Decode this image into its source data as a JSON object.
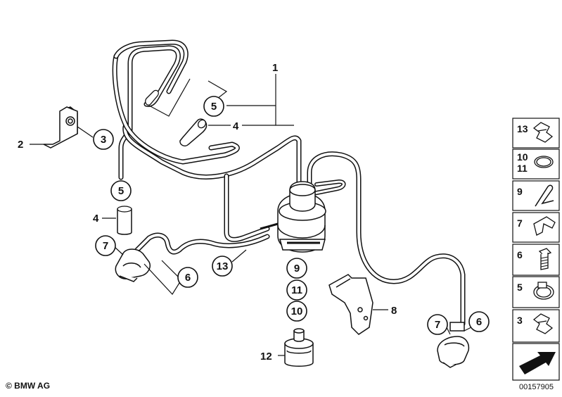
{
  "diagram": {
    "callouts": [
      "5",
      "3",
      "5",
      "7",
      "13",
      "6",
      "9",
      "11",
      "10",
      "7",
      "6"
    ],
    "labels": [
      "1",
      "4",
      "2",
      "4",
      "8",
      "12"
    ],
    "legend": [
      {
        "lines": [
          "13"
        ],
        "icon": "clip-icon"
      },
      {
        "lines": [
          "10",
          "11"
        ],
        "icon": "o-ring-icon"
      },
      {
        "lines": [
          "9"
        ],
        "icon": "spring-clip-icon"
      },
      {
        "lines": [
          "7"
        ],
        "icon": "hose-clip-icon"
      },
      {
        "lines": [
          "6"
        ],
        "icon": "screw-icon"
      },
      {
        "lines": [
          "5"
        ],
        "icon": "hose-clamp-icon"
      },
      {
        "lines": [
          "3"
        ],
        "icon": "clip-icon"
      }
    ],
    "copyright": "© BMW AG",
    "doc_number": "00157905"
  }
}
